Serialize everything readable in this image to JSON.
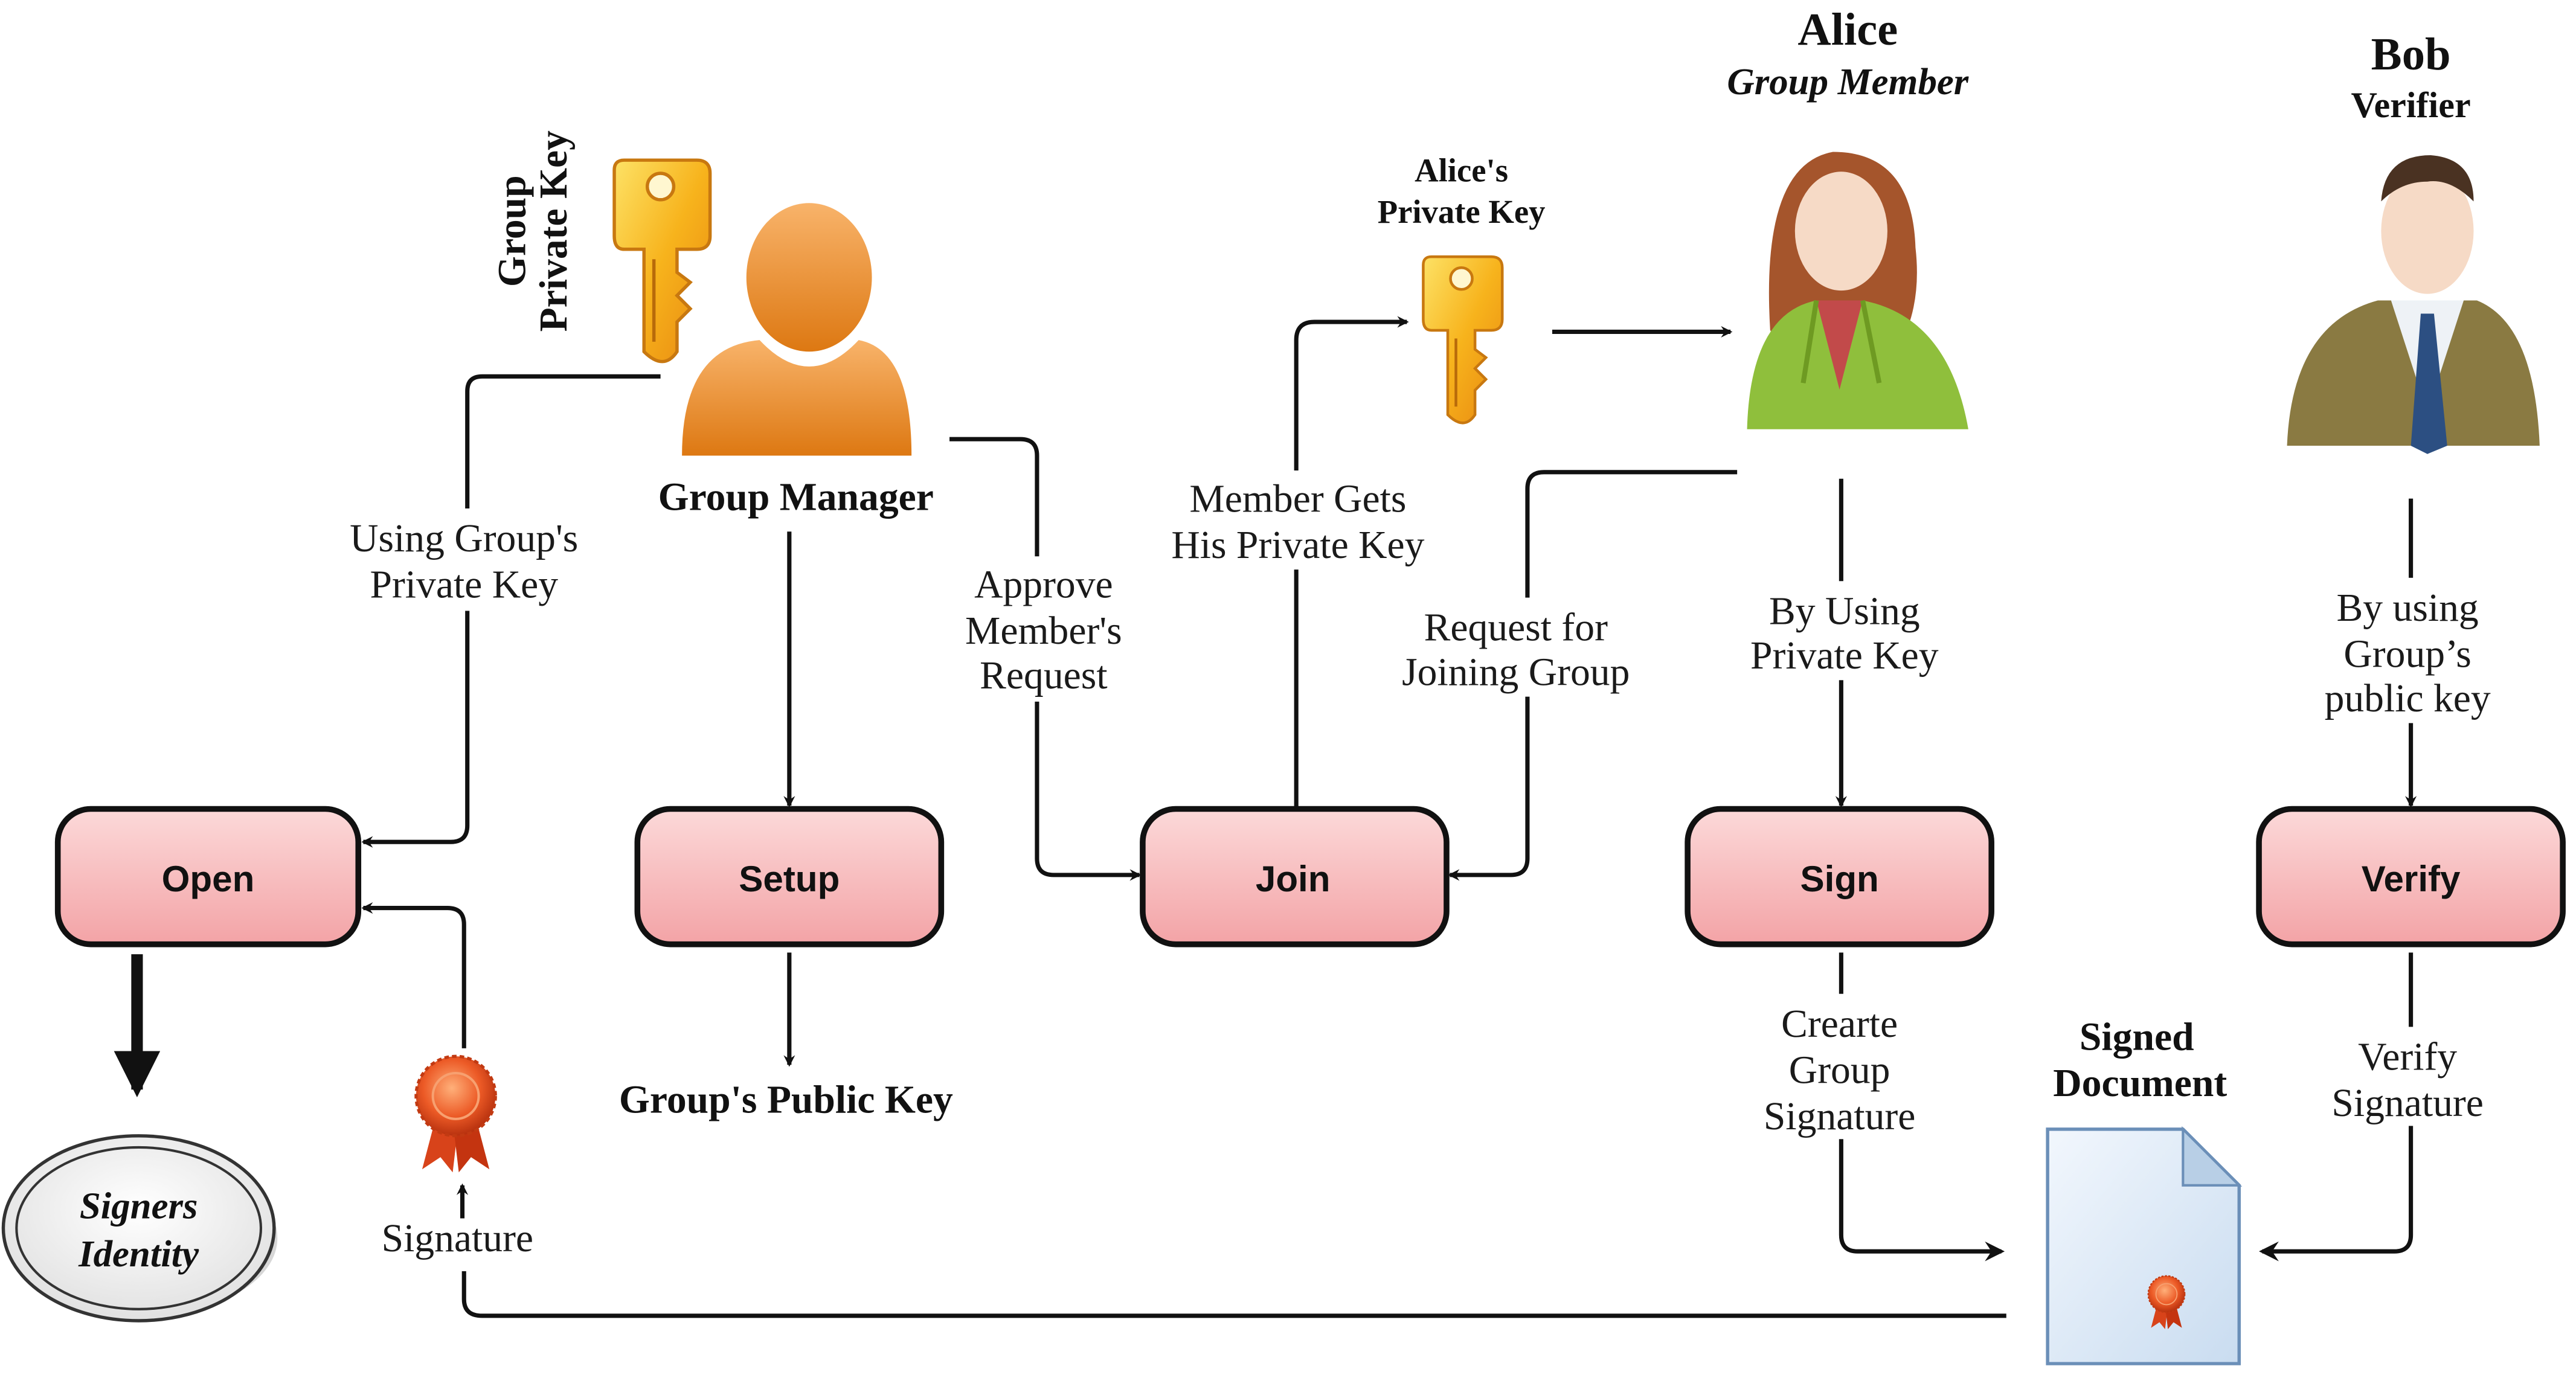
{
  "actors": {
    "alice_name": "Alice",
    "alice_role": "Group Member",
    "bob_name": "Bob",
    "bob_role": "Verifier",
    "manager_label": "Group Manager"
  },
  "keys": {
    "group_private_key_line1": "Group",
    "group_private_key_line2": "Private Key",
    "alice_key_line1": "Alice's",
    "alice_key_line2": "Private Key"
  },
  "operations": {
    "open": "Open",
    "setup": "Setup",
    "join": "Join",
    "sign": "Sign",
    "verify": "Verify"
  },
  "edge_labels": {
    "using_group_line1": "Using Group's",
    "using_group_line2": "Private Key",
    "approve_line1": "Approve",
    "approve_line2": "Member's",
    "approve_line3": "Request",
    "member_gets_line1": "Member Gets",
    "member_gets_line2": "His Private Key",
    "request_join_line1": "Request for",
    "request_join_line2": "Joining Group",
    "by_using_line1": "By Using",
    "by_using_line2": "Private Key",
    "by_using_pub_line1": "By using",
    "by_using_pub_line2": "Group’s",
    "by_using_pub_line3": "public key",
    "create_sig_line1": "Crearte",
    "create_sig_line2": "Group",
    "create_sig_line3": "Signature",
    "verify_sig_line1": "Verify",
    "verify_sig_line2": "Signature",
    "signature": "Signature"
  },
  "outputs": {
    "public_key": "Group's Public Key",
    "signed_doc_line1": "Signed",
    "signed_doc_line2": "Document",
    "signers_line1": "Signers",
    "signers_line2": "Identity"
  },
  "colors": {
    "box_top": "#fbd3d3",
    "box_bottom": "#f4a6a8",
    "key_gold": "#f7c31c",
    "manager_orange": "#ec8a1e",
    "alice_jacket": "#8fbf3c",
    "bob_jacket": "#8a7a42",
    "document_fill": "#dde9f6",
    "seal_red": "#e2451d"
  }
}
